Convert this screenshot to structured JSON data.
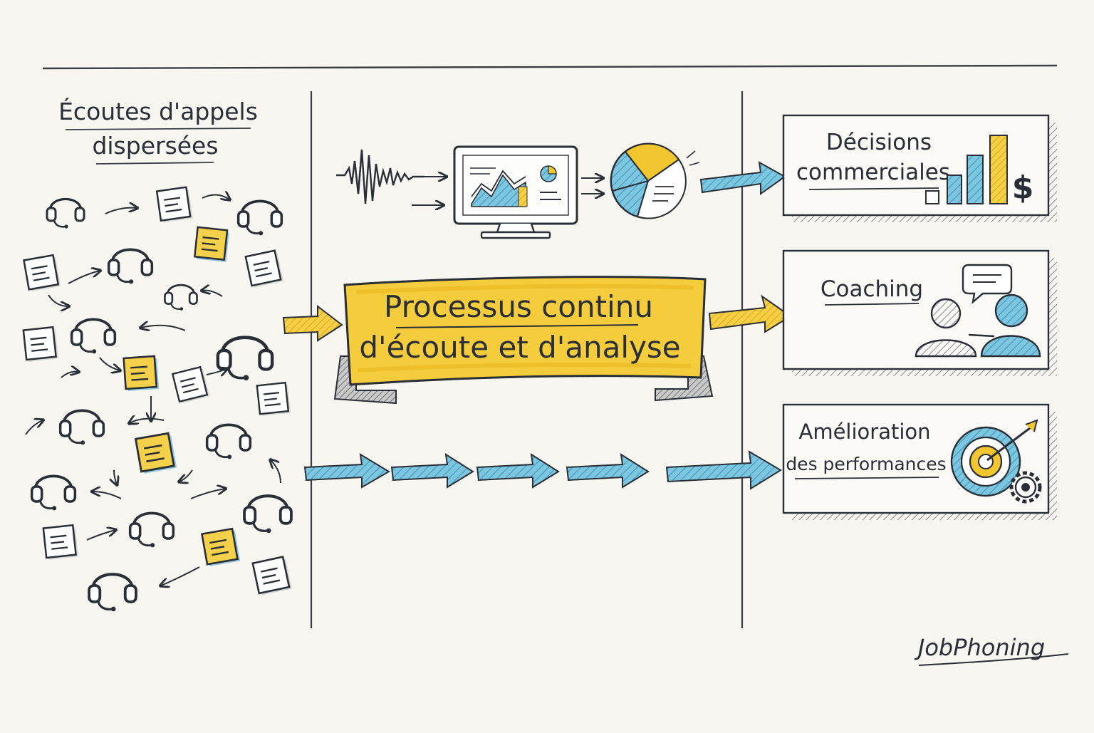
{
  "left_column": {
    "title_line1": "Écoutes d'appels",
    "title_line2": "dispersées"
  },
  "center": {
    "banner_line1": "Processus continu",
    "banner_line2": "d'écoute et d'analyse"
  },
  "outcomes": {
    "decisions_line1": "Décisions",
    "decisions_line2": "commerciales",
    "coaching": "Coaching",
    "amelioration_line1": "Amélioration",
    "amelioration_line2": "des performances"
  },
  "brand": "JobPhoning",
  "colors": {
    "ink": "#2a2e36",
    "yellow": "#f2c62f",
    "blue": "#5ab4d6",
    "paper": "#f7f6f1"
  },
  "icons": {
    "headset": "headset-icon",
    "note": "note-icon",
    "monitor": "monitor-icon",
    "pie": "pie-chart-icon",
    "bar_chart": "bar-chart-icon",
    "dollar": "dollar-icon",
    "people": "people-icon",
    "speech": "speech-bubble-icon",
    "target": "target-icon",
    "gear": "gear-icon"
  }
}
